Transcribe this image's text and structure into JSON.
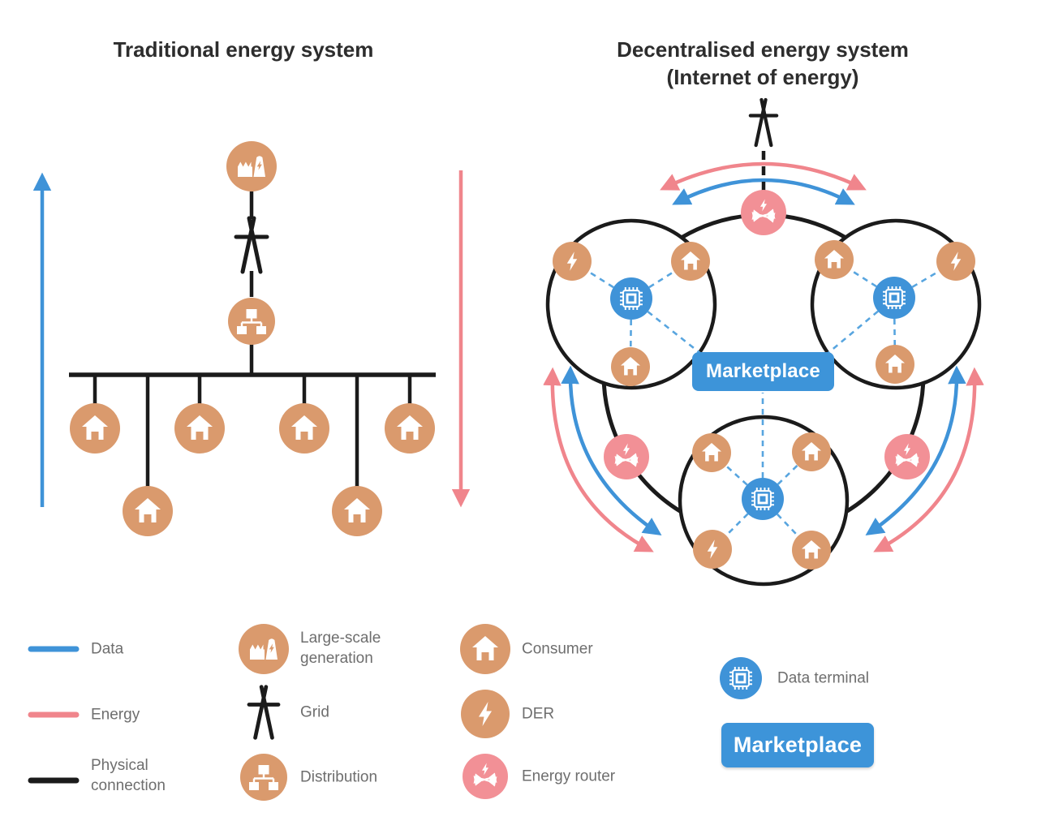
{
  "titles": {
    "left": "Traditional energy system",
    "right_line1": "Decentralised energy system",
    "right_line2": "(Internet of energy)"
  },
  "diagram": {
    "marketplace_label": "Marketplace"
  },
  "legend": {
    "lines": [
      {
        "name": "data",
        "label": "Data",
        "color": "#3F93D8"
      },
      {
        "name": "energy",
        "label": "Energy",
        "color": "#F0858C"
      },
      {
        "name": "physical-connection",
        "label": "Physical connection",
        "color": "#1B1B1B"
      }
    ],
    "icons": [
      {
        "name": "large-scale-generation",
        "label": "Large-scale generation"
      },
      {
        "name": "grid",
        "label": "Grid"
      },
      {
        "name": "distribution",
        "label": "Distribution"
      },
      {
        "name": "consumer",
        "label": "Consumer"
      },
      {
        "name": "der",
        "label": "DER"
      },
      {
        "name": "energy-router",
        "label": "Energy router"
      },
      {
        "name": "data-terminal",
        "label": "Data terminal"
      },
      {
        "name": "marketplace",
        "label": "Marketplace"
      }
    ]
  },
  "colors": {
    "orange": "#DA9A6D",
    "blue": "#3F93D8",
    "pink": "#F0858C",
    "router_pink": "#F29096",
    "dashed_blue": "#58A5DF",
    "black": "#1B1B1B",
    "title_text": "#2D2D2D",
    "legend_text": "#6E6E6E",
    "marketplace_blue": "#3D94D9",
    "background": "#FFFFFF"
  }
}
